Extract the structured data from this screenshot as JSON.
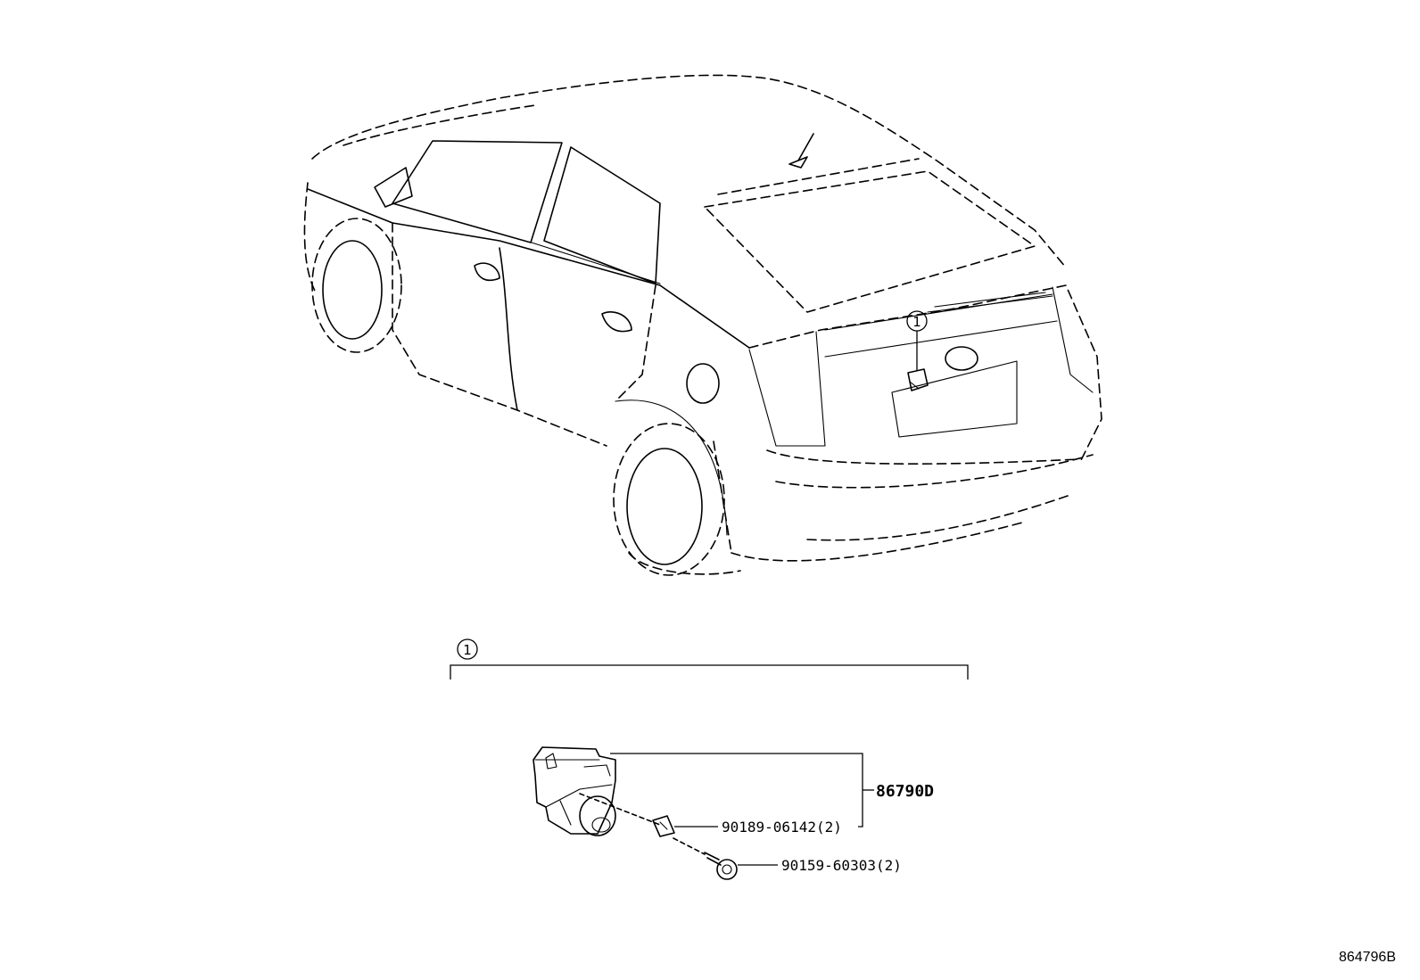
{
  "callouts": {
    "car_marker": "1",
    "group_marker": "1"
  },
  "parts": {
    "camera_assembly": "86790D",
    "clip": "90189-06142(2)",
    "screw": "90159-60303(2)"
  },
  "illustration_id": "864796B"
}
